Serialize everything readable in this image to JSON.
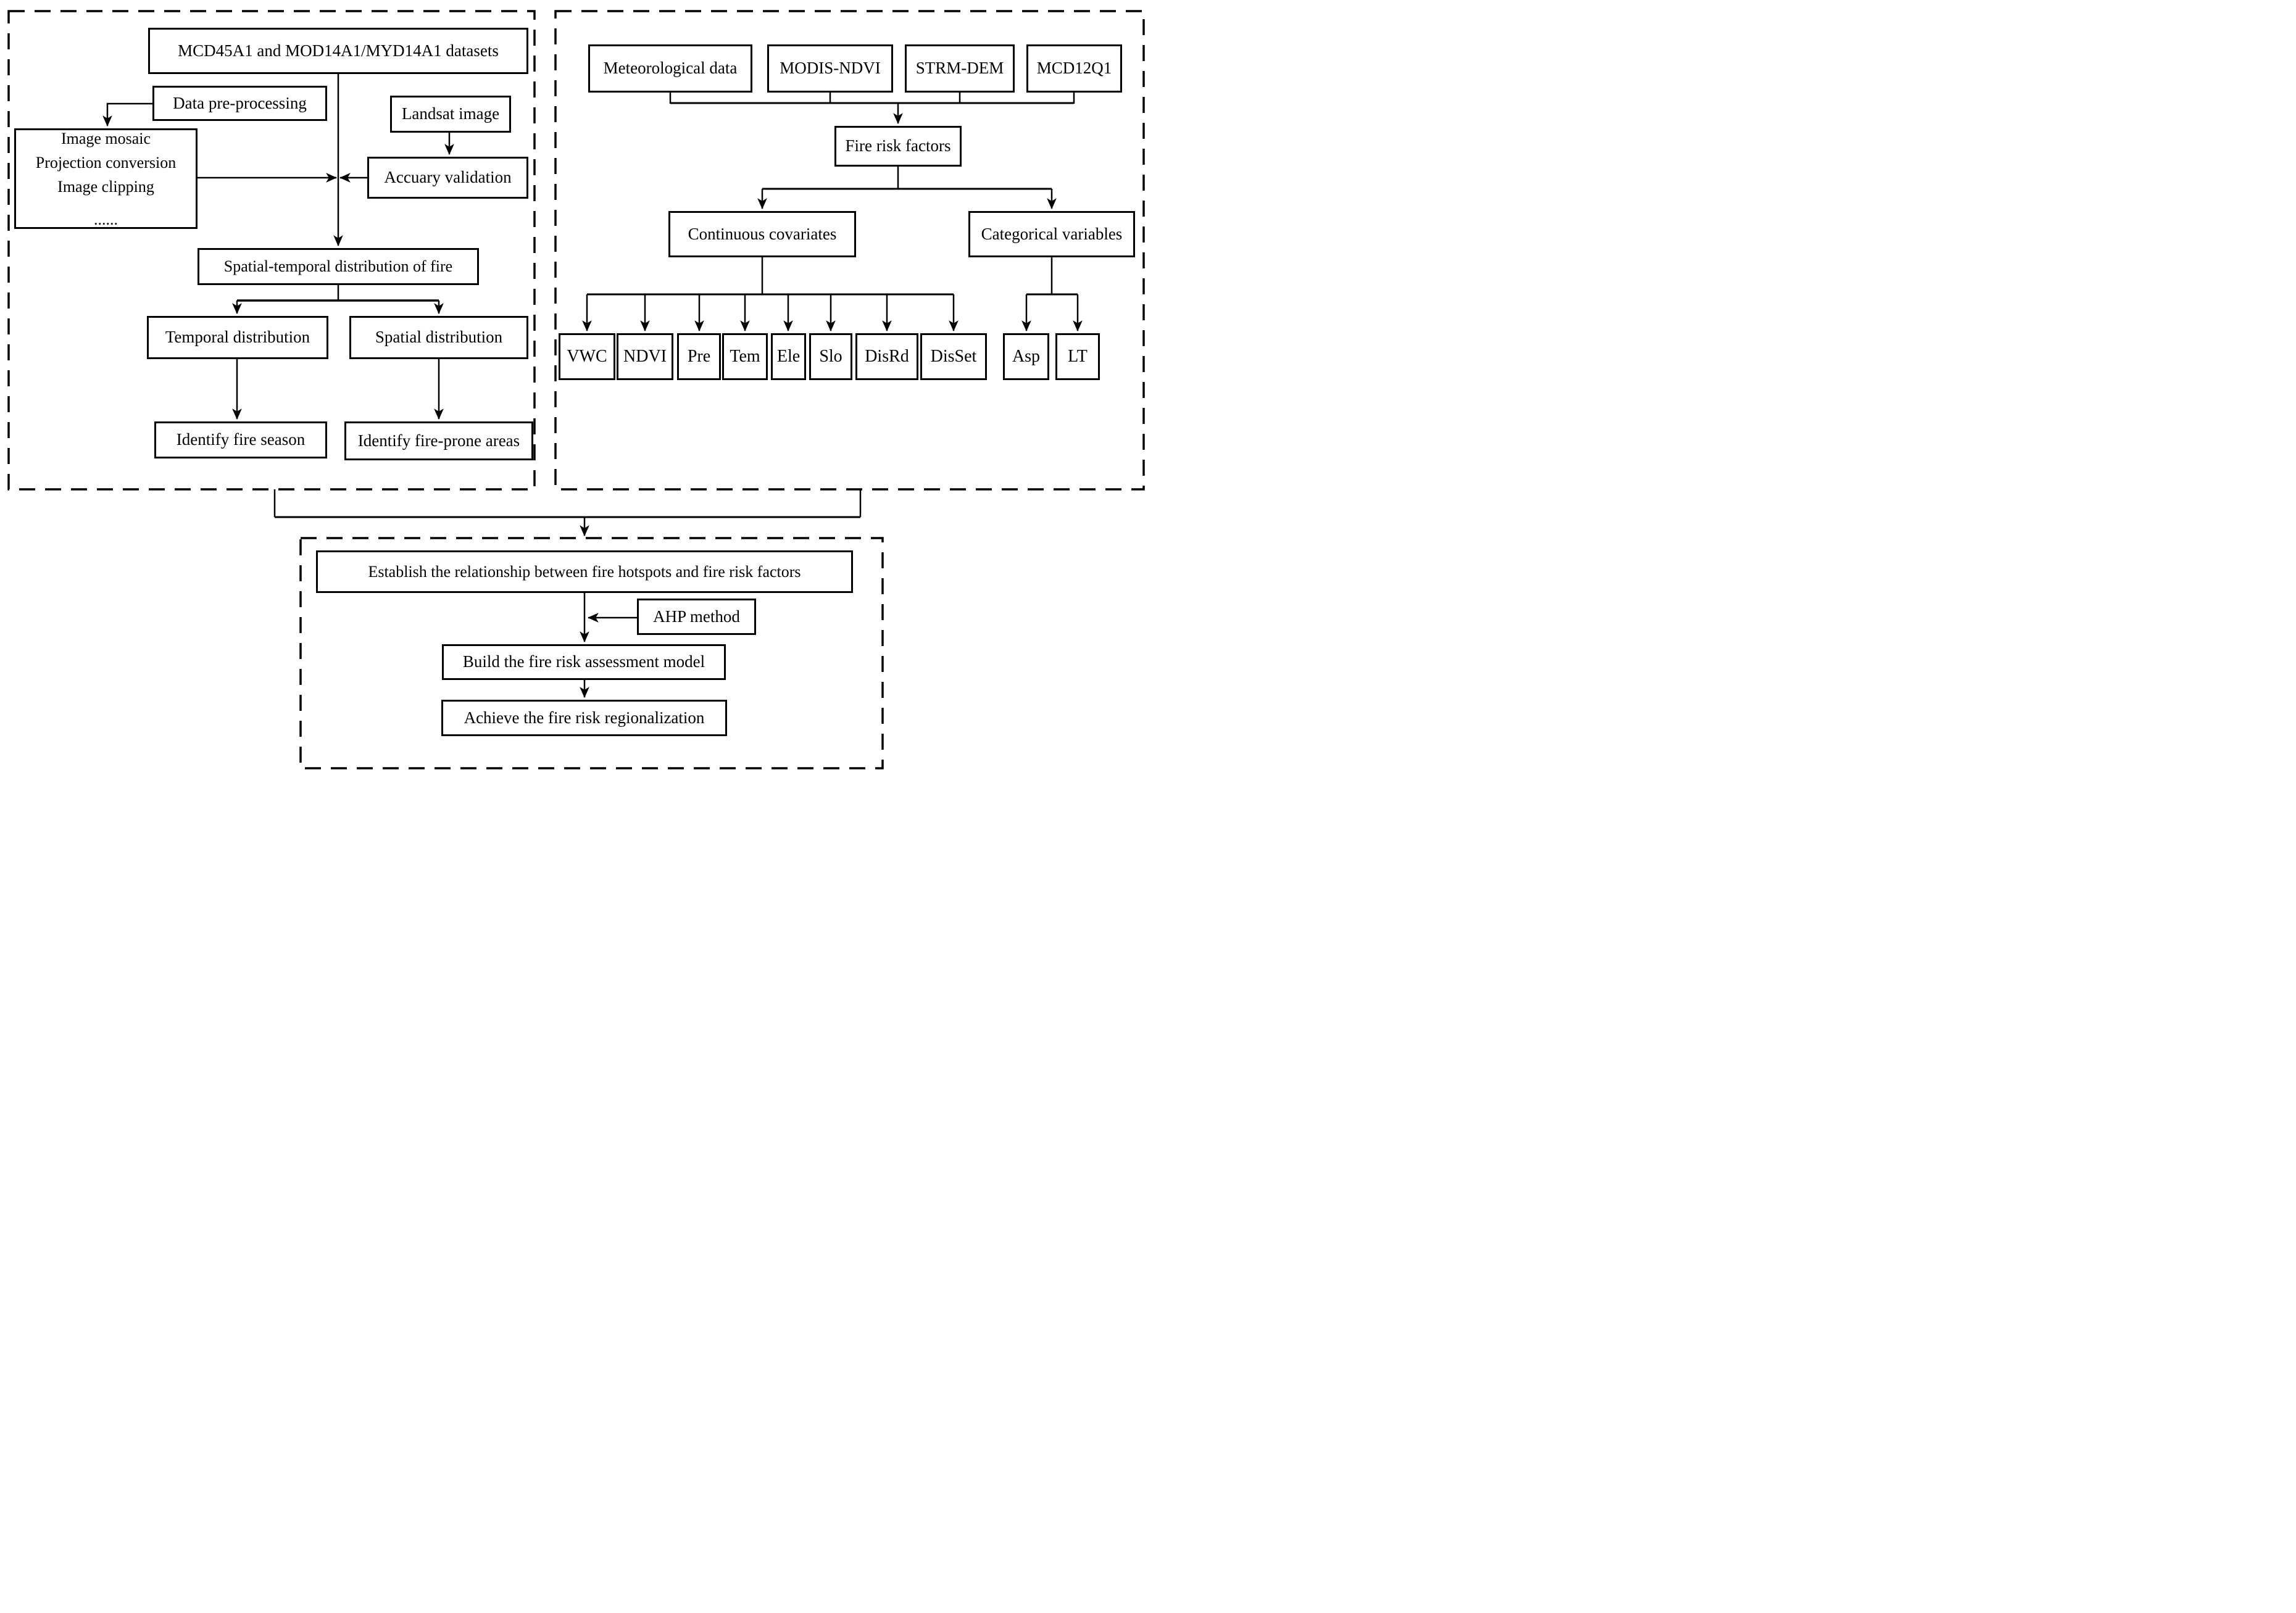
{
  "diagram": {
    "panel_fire_distribution": {
      "datasets": "MCD45A1 and MOD14A1/MYD14A1 datasets",
      "data_preprocessing": "Data pre-processing",
      "preprocessing_steps": [
        "Image mosaic",
        "Projection conversion",
        "Image clipping",
        "......"
      ],
      "landsat": "Landsat image",
      "accuracy_validation": "Accuary validation",
      "spatiotemporal": "Spatial-temporal distribution of fire",
      "temporal": "Temporal distribution",
      "spatial": "Spatial distribution",
      "identify_season": "Identify fire season",
      "identify_prone": "Identify fire-prone areas"
    },
    "panel_risk_factors": {
      "meteorological": "Meteorological data",
      "modis_ndvi": "MODIS-NDVI",
      "strm_dem": "STRM-DEM",
      "mcd12q1": "MCD12Q1",
      "fire_risk_factors": "Fire risk factors",
      "continuous": "Continuous covariates",
      "categorical": "Categorical variables",
      "continuous_factors": [
        "VWC",
        "NDVI",
        "Pre",
        "Tem",
        "Ele",
        "Slo",
        "DisRd",
        "DisSet"
      ],
      "categorical_factors": [
        "Asp",
        "LT"
      ]
    },
    "panel_modeling": {
      "establish": "Establish the relationship between fire hotspots and fire risk factors",
      "ahp": "AHP method",
      "build": "Build the fire risk assessment model",
      "achieve": "Achieve the fire risk regionalization"
    },
    "colors": {
      "stroke": "#000000",
      "background": "#ffffff"
    }
  }
}
